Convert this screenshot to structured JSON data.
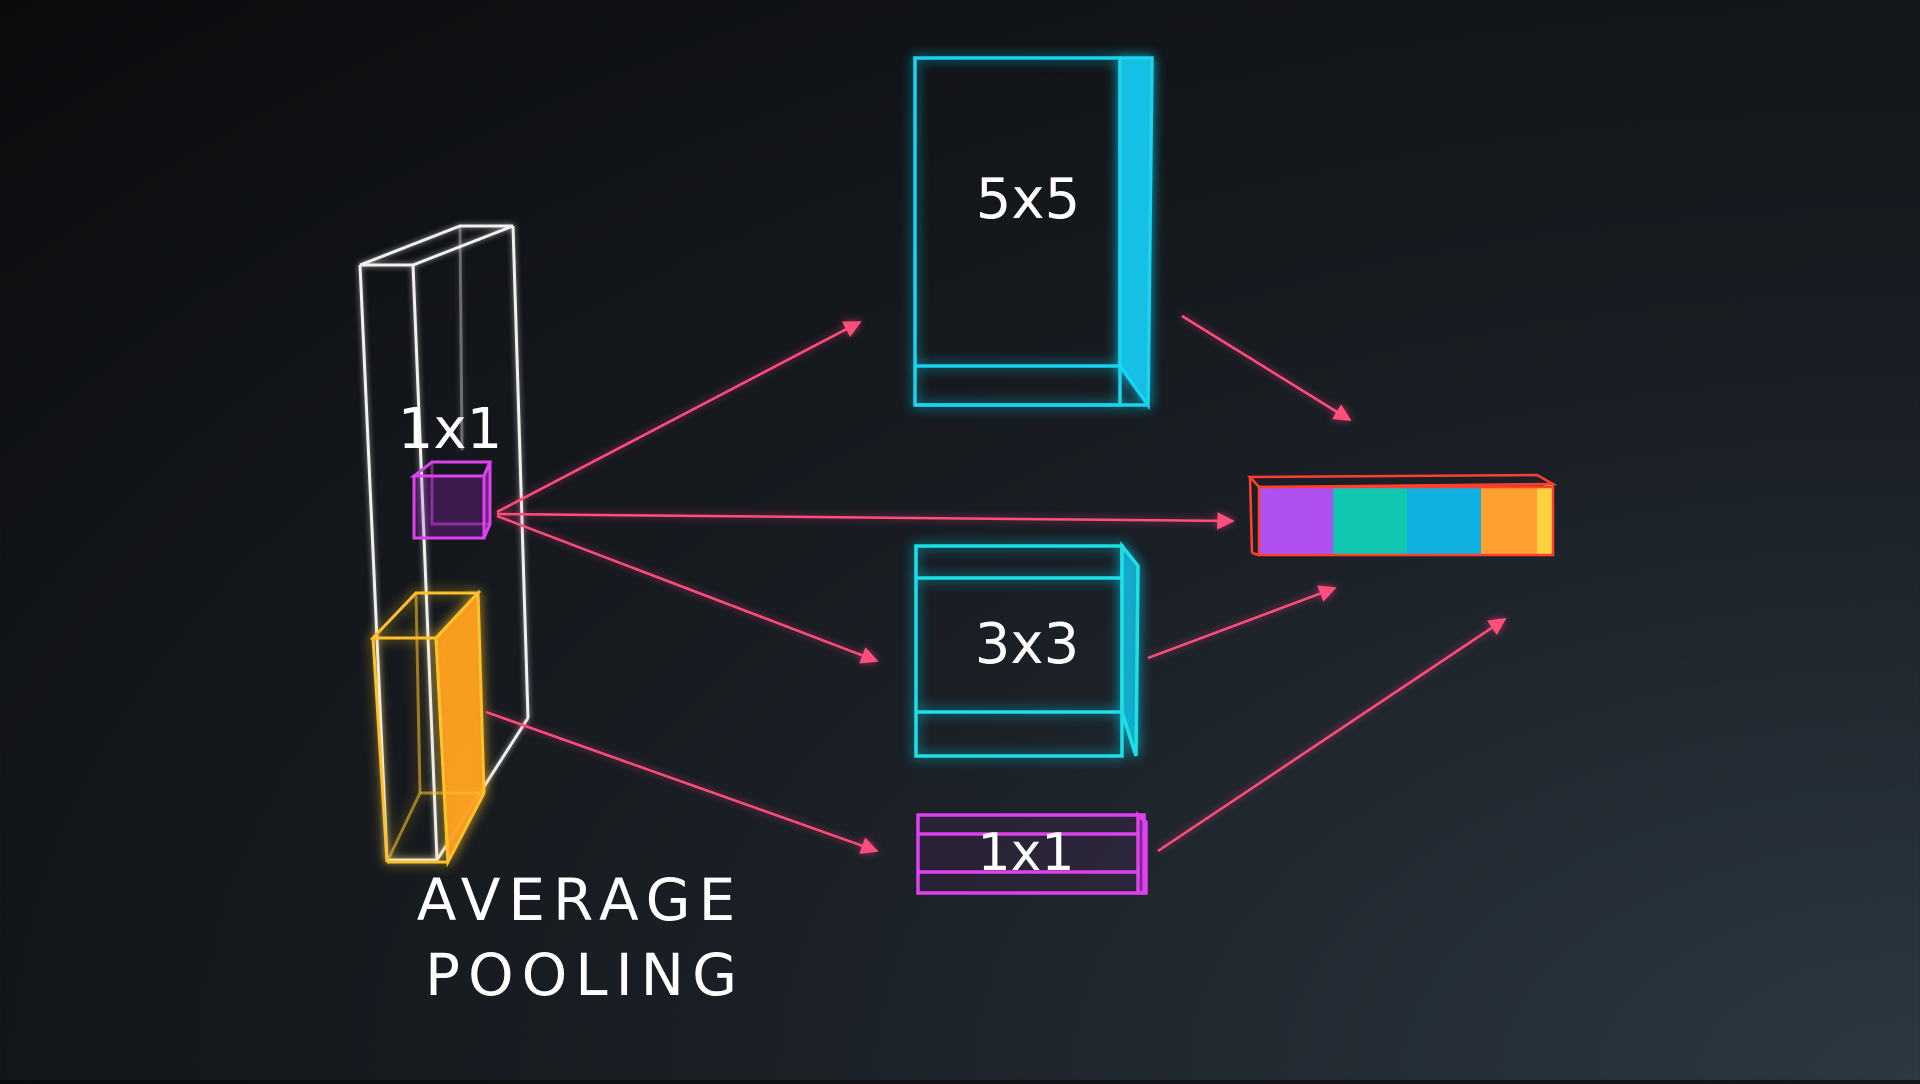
{
  "labels": {
    "input_1x1": "1x1",
    "branch_5x5": "5x5",
    "branch_3x3": "3x3",
    "branch_1x1": "1x1",
    "pool_line1": "AVERAGE",
    "pool_line2": "POOLING"
  },
  "colors": {
    "cyan": "#19d3f0",
    "magenta": "#e040f0",
    "yellow": "#ffc12a",
    "orange": "#ffa020",
    "arrow": "#ff4f7a",
    "white": "#f0f0f0",
    "concat_border": "#ff4030",
    "concat_cells": [
      "#b050f0",
      "#10c8b0",
      "#10b0e0",
      "#ffa030"
    ]
  }
}
